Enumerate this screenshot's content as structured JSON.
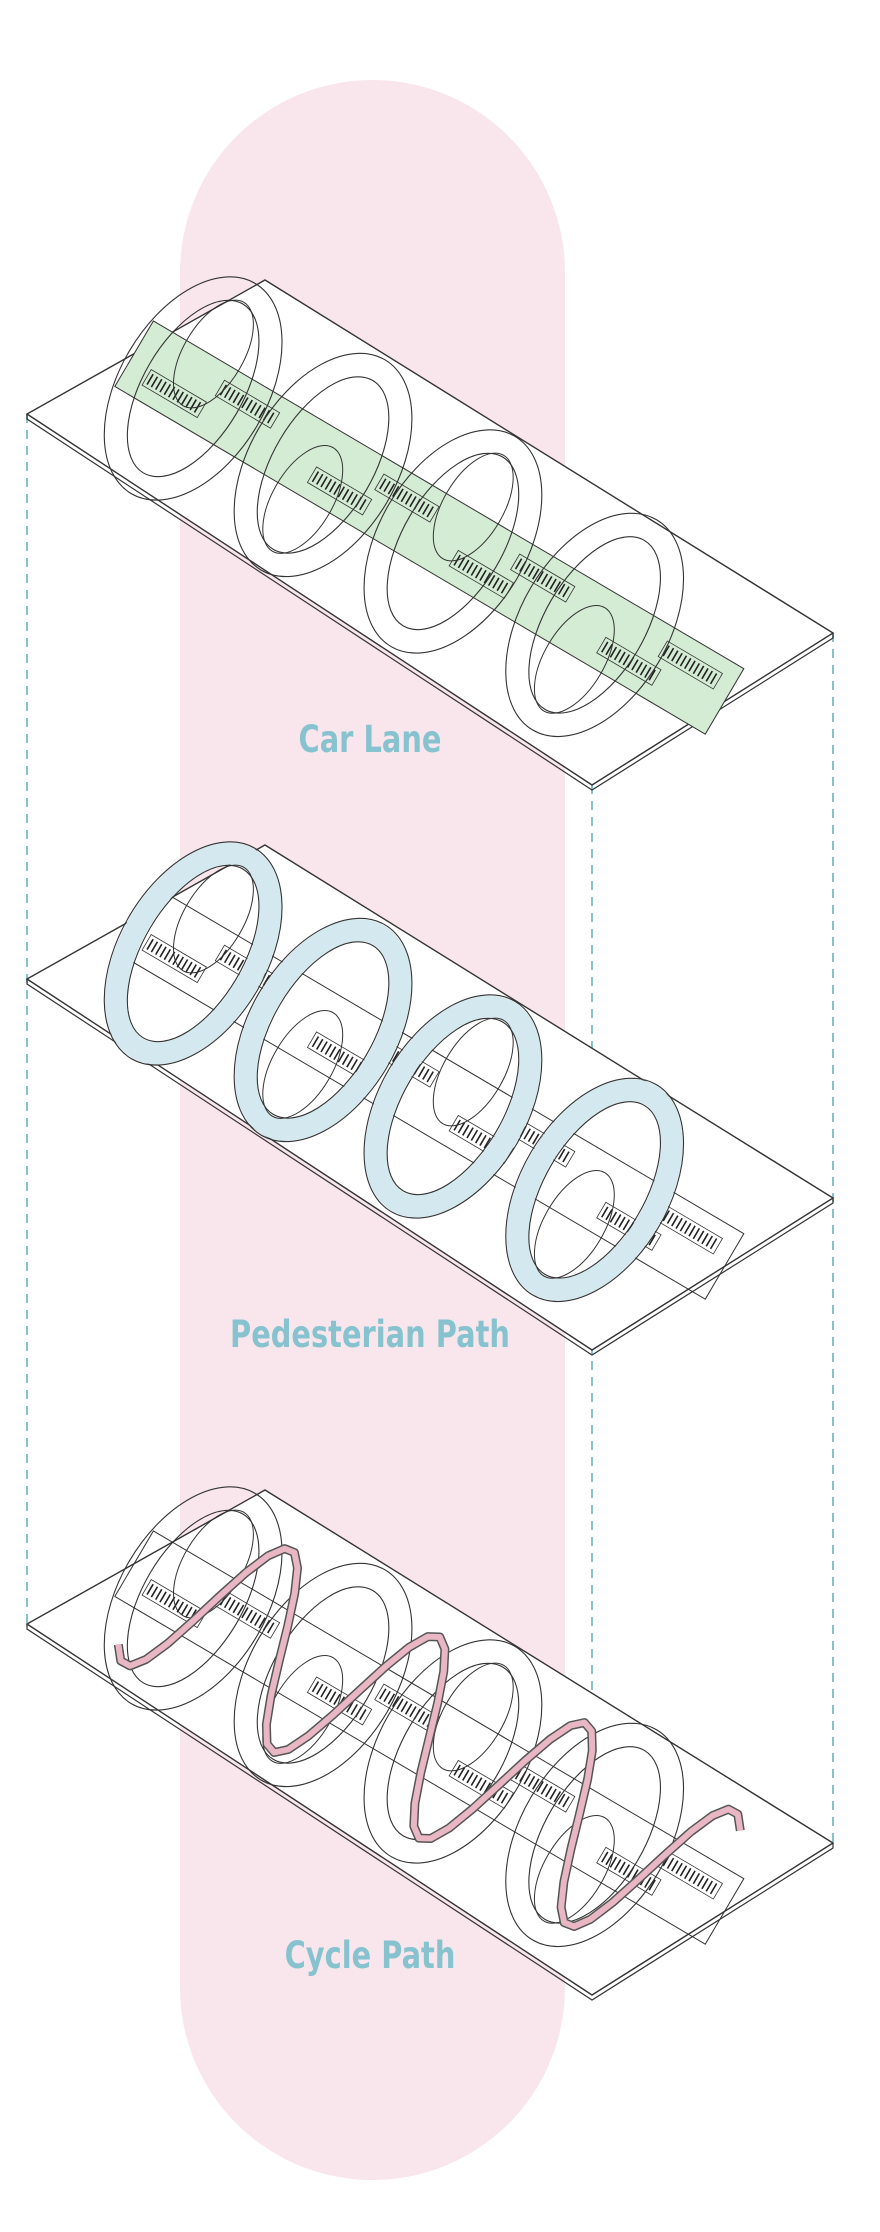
{
  "layers": [
    {
      "id": "car",
      "label": "Car Lane",
      "highlight": "road-band",
      "color": "#d4ebd4"
    },
    {
      "id": "pedestrian",
      "label": "Pedesterian Path",
      "highlight": "loop-fill",
      "color": "#d4e9ef"
    },
    {
      "id": "cycle",
      "label": "Cycle Path",
      "highlight": "serpentine-line",
      "color": "#e9b6c3"
    }
  ],
  "colors": {
    "background_pill": "#f8e6ec",
    "label_text": "#86c3cf",
    "connector_dashes": "#86c3cf",
    "plate_lines": "#333333"
  }
}
